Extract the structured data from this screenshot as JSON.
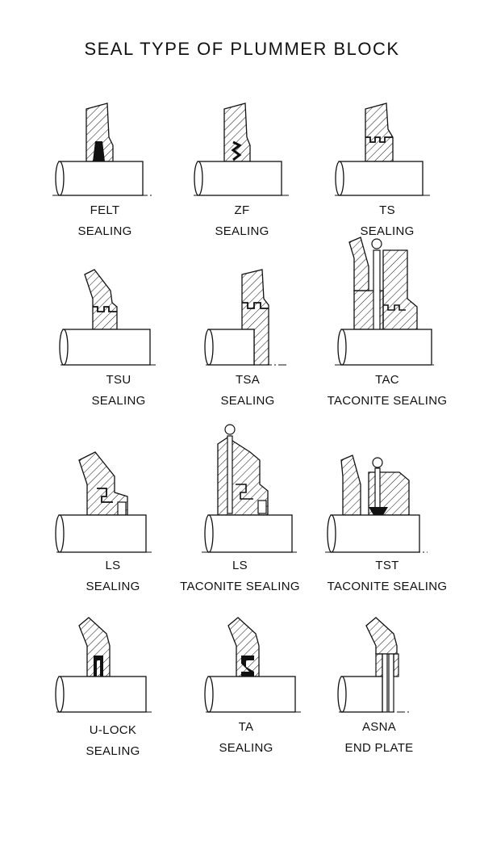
{
  "title": "SEAL TYPE OF PLUMMER BLOCK",
  "seals": [
    {
      "name": "FELT",
      "desc": "SEALING",
      "icon": "felt-seal-icon"
    },
    {
      "name": "ZF",
      "desc": "SEALING",
      "icon": "zf-seal-icon"
    },
    {
      "name": "TS",
      "desc": "SEALING",
      "icon": "ts-seal-icon"
    },
    {
      "name": "TSU",
      "desc": "SEALING",
      "icon": "tsu-seal-icon"
    },
    {
      "name": "TSA",
      "desc": "SEALING",
      "icon": "tsa-seal-icon"
    },
    {
      "name": "TAC",
      "desc": "TACONITE SEALING",
      "icon": "tac-seal-icon"
    },
    {
      "name": "LS",
      "desc": "SEALING",
      "icon": "ls-seal-icon"
    },
    {
      "name": "LS",
      "desc": "TACONITE SEALING",
      "icon": "ls-taconite-seal-icon"
    },
    {
      "name": "TST",
      "desc": "TACONITE SEALING",
      "icon": "tst-seal-icon"
    },
    {
      "name": "U-LOCK",
      "desc": "SEALING",
      "icon": "u-lock-seal-icon"
    },
    {
      "name": "TA",
      "desc": "SEALING",
      "icon": "ta-seal-icon"
    },
    {
      "name": "ASNA",
      "desc": "END PLATE",
      "icon": "asna-end-plate-icon"
    }
  ]
}
